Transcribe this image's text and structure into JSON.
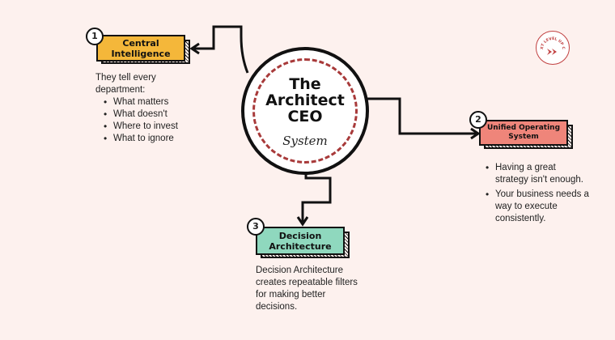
{
  "center": {
    "title_lines": [
      "The",
      "Architect",
      "CEO"
    ],
    "subtitle": "System"
  },
  "nodes": [
    {
      "number": "1",
      "label": "Central Intelligence",
      "color": "#f4b73a",
      "intro": "They tell every department:",
      "bullets": [
        "What matters",
        "What doesn't",
        "Where to invest",
        "What to ignore"
      ]
    },
    {
      "number": "2",
      "label": "Unified Operating System",
      "color": "#ef857a",
      "bullets": [
        "Having a great strategy isn't enough.",
        "Your business needs a way to execute consistently."
      ]
    },
    {
      "number": "3",
      "label": "Decision Architecture",
      "color": "#8fd8be",
      "description": "Decision Architecture creates repeatable filters for making better decisions."
    }
  ],
  "logo": {
    "text": "NEXT LEVEL UP CEO",
    "icon": "double-chevron-right-icon",
    "color": "#c14040"
  }
}
